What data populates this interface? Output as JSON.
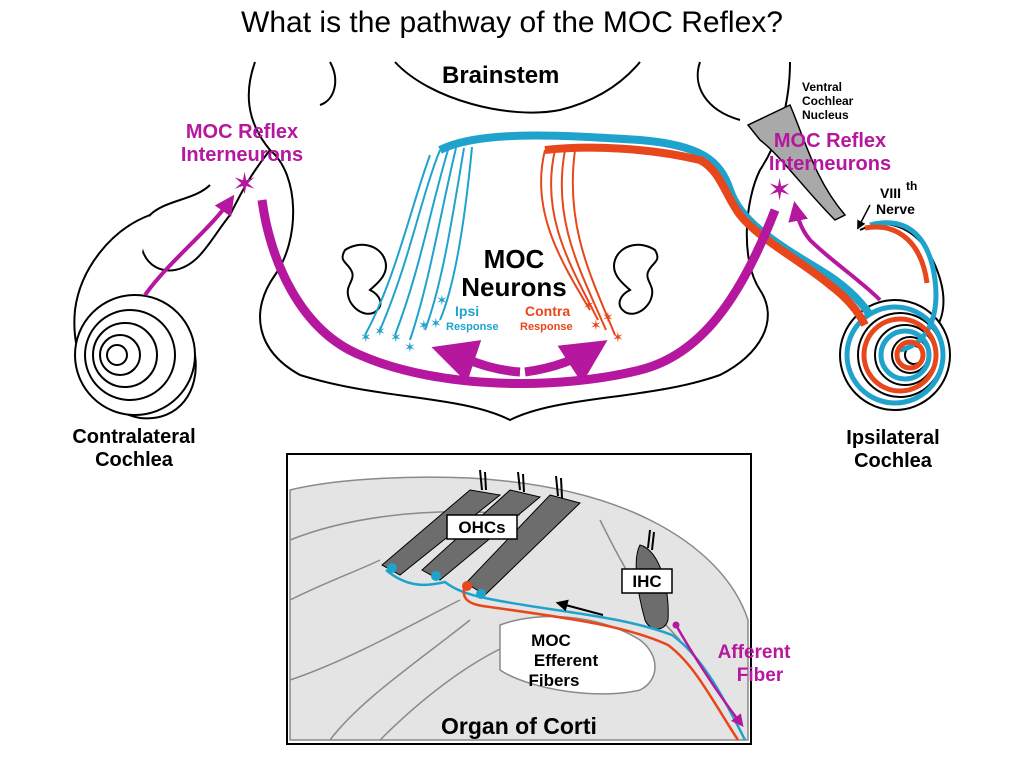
{
  "title": "What is the pathway of the MOC Reflex?",
  "colors": {
    "magenta": "#b5179e",
    "cyan": "#1fa3cc",
    "red": "#e8461b",
    "gray": "#9a9a9a",
    "lightgray": "#e4e4e4",
    "darkgray": "#6d6d6d"
  },
  "labels": {
    "brainstem": "Brainstem",
    "ventral_line1": "Ventral",
    "ventral_line2": "Cochlear",
    "ventral_line3": "Nucleus",
    "interneurons_left_line1": "MOC Reflex",
    "interneurons_left_line2": "Interneurons",
    "interneurons_right_line1": "MOC Reflex",
    "interneurons_right_line2": "Interneurons",
    "viii_main": "VIII",
    "viii_sup": "th",
    "nerve": "Nerve",
    "moc_neurons_line1": "MOC",
    "moc_neurons_line2": "Neurons",
    "ipsi": "Ipsi",
    "ipsi_response": "Response",
    "contra": "Contra",
    "contra_response": "Response",
    "contralateral_line1": "Contralateral",
    "contralateral_line2": "Cochlea",
    "ipsilateral_line1": "Ipsilateral",
    "ipsilateral_line2": "Cochlea",
    "ohcs": "OHCs",
    "ihc": "IHC",
    "moc_efferent_line1": "MOC",
    "moc_efferent_line2": "Efferent",
    "moc_efferent_line3": "Fibers",
    "afferent_line1": "Afferent",
    "afferent_line2": "Fiber",
    "organ_of_corti": "Organ of Corti"
  }
}
